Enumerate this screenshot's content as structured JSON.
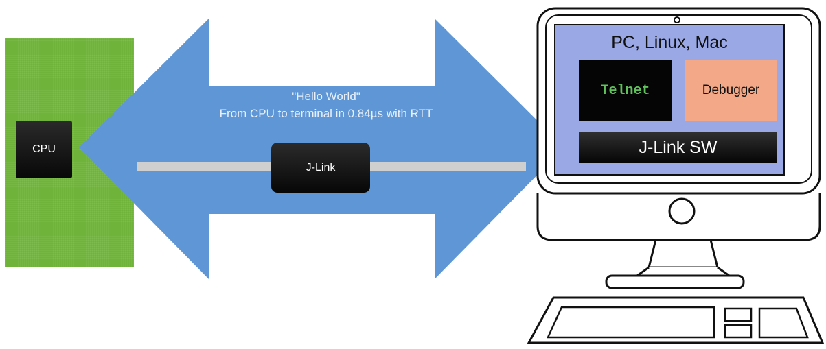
{
  "cpu_board": {
    "chip_label": "CPU"
  },
  "arrow": {
    "caption_line1": "\"Hello World\"",
    "caption_line2": "From CPU to terminal in 0.84µs with RTT"
  },
  "probe": {
    "label": "J-Link"
  },
  "computer": {
    "screen_title": "PC, Linux, Mac",
    "telnet_label": "Telnet",
    "debugger_label": "Debugger",
    "jlink_sw_label": "J-Link SW"
  },
  "colors": {
    "board": "#6fb33a",
    "arrow": "#5f97d6",
    "screen": "#9aa8e6",
    "debugger": "#f3a987",
    "telnet_text": "#5fc25b"
  },
  "icons": [
    "double-arrow",
    "monitor",
    "keyboard"
  ]
}
